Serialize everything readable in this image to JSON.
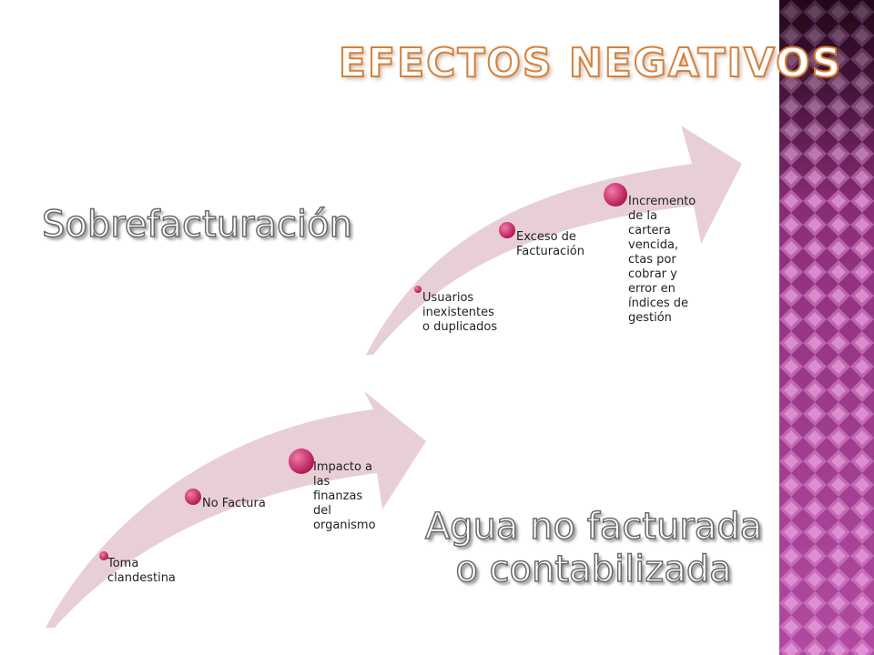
{
  "slide": {
    "title": "EFECTOS NEGATIVOS",
    "label_sobrefacturacion": "Sobrefacturación",
    "label_agua_line1": "Agua no facturada",
    "label_agua_line2": "o contabilizada"
  },
  "process_top": {
    "steps": [
      {
        "label_lines": [
          "Usuarios",
          "inexistentes",
          "o duplicados"
        ]
      },
      {
        "label_lines": [
          "Exceso de",
          "Facturación"
        ]
      },
      {
        "label_lines": [
          "Incremento",
          "de la",
          "cartera",
          "vencida,",
          "ctas por",
          "cobrar y",
          "error en",
          "índices de",
          "gestión"
        ]
      }
    ]
  },
  "process_bottom": {
    "steps": [
      {
        "label_lines": [
          "Toma",
          "clandestina"
        ]
      },
      {
        "label_lines": [
          "No Factura"
        ]
      },
      {
        "label_lines": [
          "Impacto a",
          "las",
          "finanzas",
          "del",
          "organismo"
        ]
      }
    ]
  },
  "colors": {
    "arrow_fill": "#e8cfd6",
    "node": "#c2185b",
    "title_stroke": "#d4813a",
    "pattern_dark": "#5a1a4a",
    "pattern_light": "#d070c0"
  }
}
